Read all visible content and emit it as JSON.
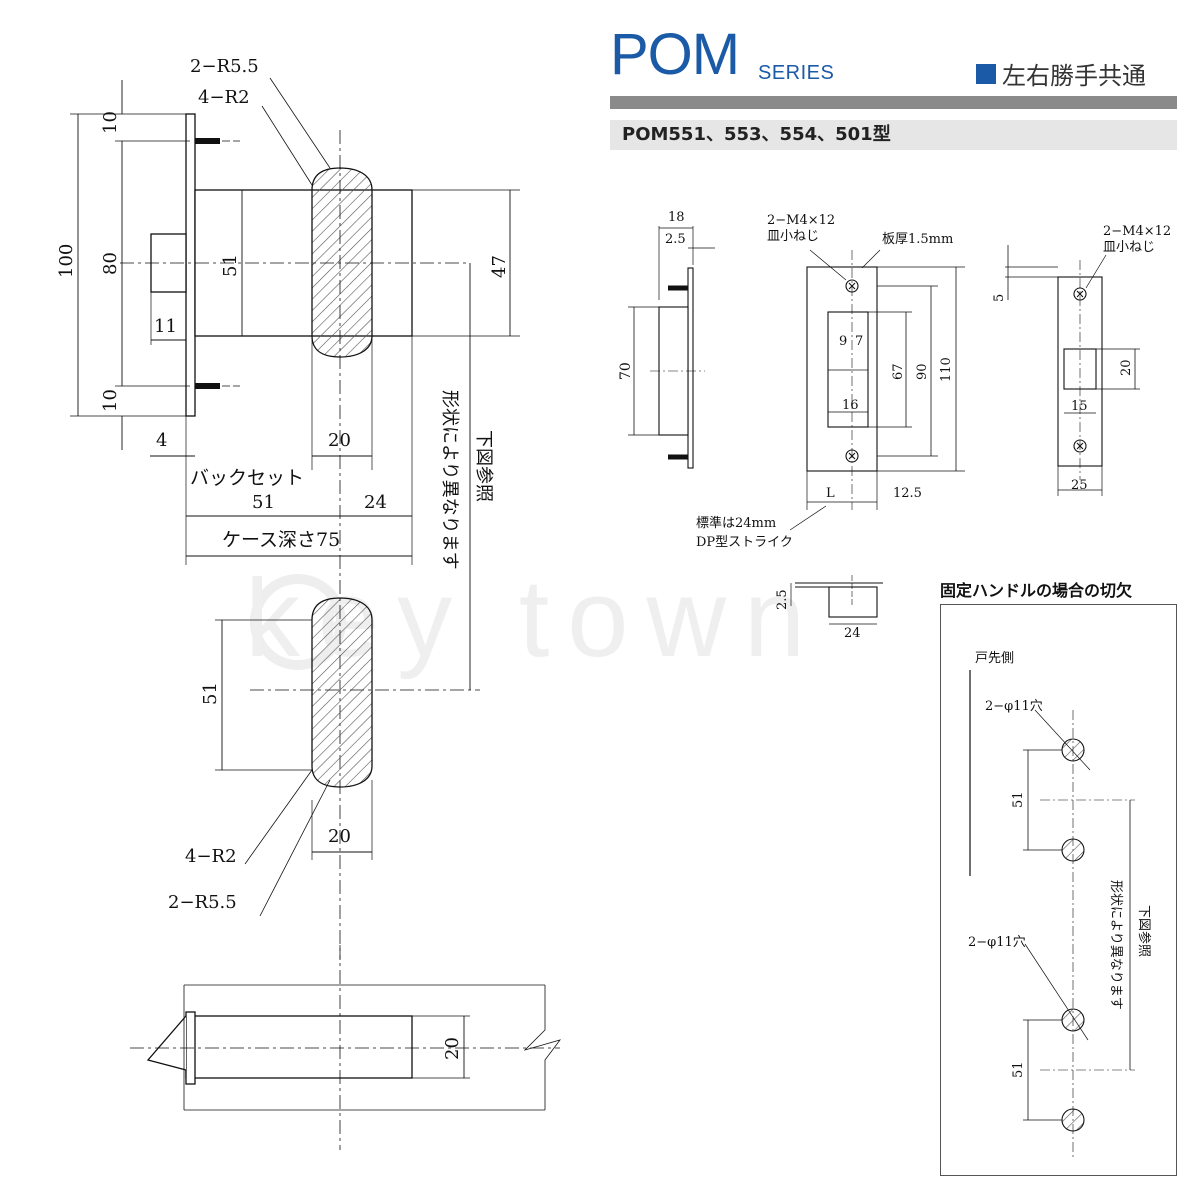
{
  "header": {
    "title": "POM",
    "series": "SERIES",
    "badge": "左右勝手共通",
    "models": "POM551、553、554、501型",
    "accent_color": "#1a5aa6",
    "rule_color": "#8a8a8a"
  },
  "watermark": "key town",
  "left_drawing": {
    "labels": {
      "r55_top": "2−R5.5",
      "r2_top": "4−R2",
      "dim_10_top": "10",
      "dim_100": "100",
      "dim_80": "80",
      "dim_51": "51",
      "dim_47": "47",
      "dim_11": "11",
      "dim_10_bottom": "10",
      "dim_4": "4",
      "dim_20": "20",
      "backset": "バックセット",
      "dim_51_backset": "51",
      "dim_24": "24",
      "case_depth": "ケース深さ75",
      "note_vertical": "形状により異なります",
      "note_vertical2": "下図参照",
      "dim_51_lower": "51",
      "r2_bottom": "4−R2",
      "dim_20_lower": "20",
      "r55_bottom": "2−R5.5",
      "dim_20_side": "20"
    }
  },
  "strike_drawing": {
    "labels": {
      "dim_18": "18",
      "dim_25": "2.5",
      "dim_70": "70",
      "screw_left": "2−M4×12",
      "screw_left2": "皿小ねじ",
      "thickness": "板厚1.5mm",
      "dim_9": "9",
      "dim_7": "7",
      "dim_16": "16",
      "dim_67": "67",
      "dim_90": "90",
      "dim_110": "110",
      "dim_L": "L",
      "dim_125": "12.5",
      "standard": "標準は24mm",
      "dp_type": "DP型ストライク",
      "screw_right": "2−M4×12",
      "screw_right2": "皿小ねじ",
      "dim_5": "5",
      "dim_20": "20",
      "dim_15": "15",
      "dim_25_right": "25",
      "dim_25_small": "2.5",
      "dim_24_small": "24"
    }
  },
  "cutout_panel": {
    "title": "固定ハンドルの場合の切欠",
    "door_edge": "戸先側",
    "hole_top": "2−φ11穴",
    "dim_51_top": "51",
    "note_vertical": "形状により異なります",
    "note_vertical2": "下図参照",
    "hole_bottom": "2−φ11穴",
    "dim_51_bottom": "51"
  }
}
